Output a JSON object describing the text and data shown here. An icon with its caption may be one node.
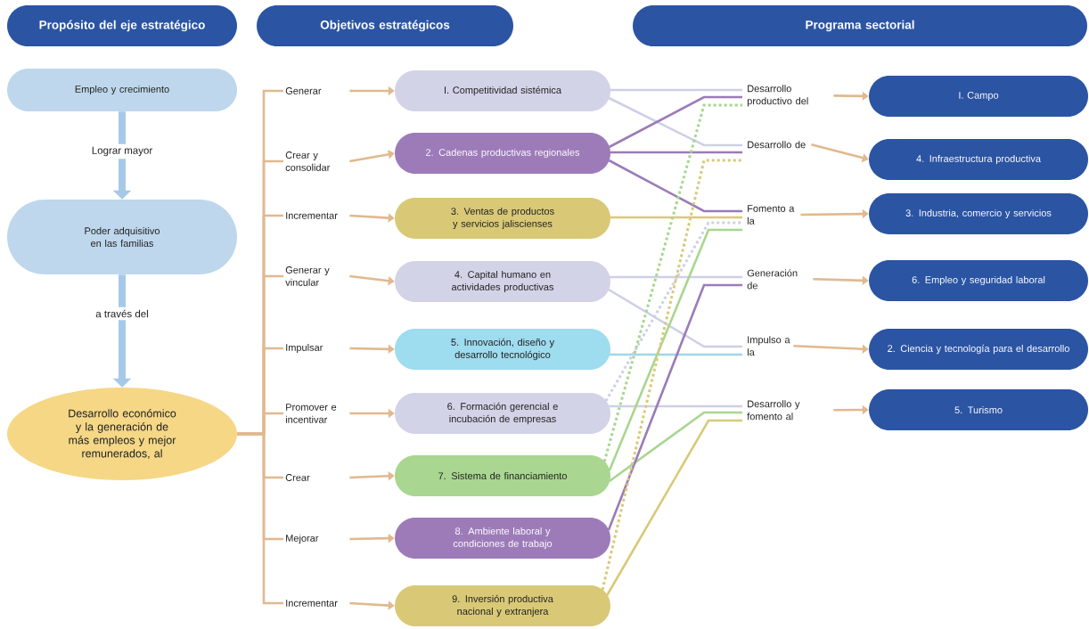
{
  "diagram": {
    "nodes": [
      {
        "text": [
          "Propósito del eje estratégico"
        ]
      },
      {
        "text": [
          "Objetivos estratégicos"
        ]
      },
      {
        "text": [
          "Programa  sectorial"
        ]
      },
      {
        "text": [
          "Empleo  y crecimiento"
        ]
      },
      {
        "text": [
          "Poder adquisitivo en las familias"
        ]
      },
      {
        "text": [
          "Desarrollo económico y la generación de más empleos y mejor remunerados, al"
        ]
      },
      {
        "text": [
          "Generar"
        ]
      },
      {
        "text": [
          "Crear y consolidar"
        ]
      },
      {
        "text": [
          "Incrementar"
        ]
      },
      {
        "text": [
          "Generar y vincular"
        ]
      },
      {
        "text": [
          "Impulsar"
        ]
      },
      {
        "text": [
          "Promover e incentivar"
        ]
      },
      {
        "text": [
          "Crear"
        ]
      },
      {
        "text": [
          "Mejorar"
        ]
      },
      {
        "text": [
          "Incrementar"
        ]
      },
      {
        "text": [
          "I. Competitividad sistémica"
        ]
      },
      {
        "text": [
          "2. Cadenas productivas regionales"
        ]
      },
      {
        "text": [
          "3. Ventas de productos y servicios jaliscienses"
        ]
      },
      {
        "text": [
          "4. Capital humano en actividades productivas"
        ]
      },
      {
        "text": [
          "5. Innovación, diseño y desarrollo tecnológico"
        ]
      },
      {
        "text": [
          "6. Formación gerencial e incubación de empresas"
        ]
      },
      {
        "text": [
          "7. Sistema de financiamiento"
        ]
      },
      {
        "text": [
          "8. Ambiente laboral  y condiciones de trabajo"
        ]
      },
      {
        "text": [
          "9. Inversión productiva nacional y extranjera"
        ]
      },
      {
        "text": [
          "Desarrollo productivo del"
        ]
      },
      {
        "text": [
          "Desarrollo de"
        ]
      },
      {
        "text": [
          "Fomento a la"
        ]
      },
      {
        "text": [
          "Generación de"
        ]
      },
      {
        "text": [
          "Impulso a la"
        ]
      },
      {
        "text": [
          "Desarrollo y fomento al"
        ]
      },
      {
        "text": [
          "I. Campo"
        ]
      },
      {
        "text": [
          "4. Infraestructura productiva"
        ]
      },
      {
        "text": [
          "3. Industria, comercio y servicios"
        ]
      },
      {
        "text": [
          "6. Empleo y seguridad laboral"
        ]
      },
      {
        "text": [
          "2. Ciencia y tecnología para el desarrollo"
        ]
      },
      {
        "text": [
          "5. Turismo"
        ]
      }
    ],
    "edges": [
      {
        "from": 3,
        "to": 4,
        "arrow": "to",
        "label": "Lograr mayor",
        "style": "thick",
        "color": "#a7c9e8"
      },
      {
        "from": 4,
        "to": 5,
        "arrow": "to",
        "label": "a través del",
        "style": "thick",
        "color": "#a7c9e8"
      },
      {
        "from": 5,
        "to": 6,
        "arrow": "none"
      },
      {
        "from": 5,
        "to": 7,
        "arrow": "none"
      },
      {
        "from": 5,
        "to": 8,
        "arrow": "none"
      },
      {
        "from": 5,
        "to": 9,
        "arrow": "none"
      },
      {
        "from": 5,
        "to": 10,
        "arrow": "none"
      },
      {
        "from": 5,
        "to": 11,
        "arrow": "none"
      },
      {
        "from": 5,
        "to": 12,
        "arrow": "none"
      },
      {
        "from": 5,
        "to": 13,
        "arrow": "none"
      },
      {
        "from": 5,
        "to": 14,
        "arrow": "none"
      },
      {
        "from": 6,
        "to": 15,
        "arrow": "to"
      },
      {
        "from": 7,
        "to": 16,
        "arrow": "to"
      },
      {
        "from": 8,
        "to": 17,
        "arrow": "to"
      },
      {
        "from": 9,
        "to": 18,
        "arrow": "to"
      },
      {
        "from": 10,
        "to": 19,
        "arrow": "to"
      },
      {
        "from": 11,
        "to": 20,
        "arrow": "to"
      },
      {
        "from": 12,
        "to": 21,
        "arrow": "to"
      },
      {
        "from": 13,
        "to": 22,
        "arrow": "to"
      },
      {
        "from": 14,
        "to": 23,
        "arrow": "to"
      },
      {
        "from": 15,
        "to": 24,
        "arrow": "none",
        "color": "#cdd0e6"
      },
      {
        "from": 15,
        "to": 25,
        "arrow": "none",
        "color": "#cdd0e6"
      },
      {
        "from": 16,
        "to": 24,
        "arrow": "none",
        "color": "#9b7bb8"
      },
      {
        "from": 16,
        "to": 25,
        "arrow": "none",
        "color": "#9b7bb8"
      },
      {
        "from": 16,
        "to": 26,
        "arrow": "none",
        "color": "#9b7bb8"
      },
      {
        "from": 17,
        "to": 26,
        "arrow": "none",
        "color": "#d9c977"
      },
      {
        "from": 18,
        "to": 27,
        "arrow": "none",
        "color": "#cdd0e6"
      },
      {
        "from": 18,
        "to": 28,
        "arrow": "none",
        "color": "#cdd0e6"
      },
      {
        "from": 19,
        "to": 28,
        "arrow": "none",
        "color": "#9bd8ea"
      },
      {
        "from": 20,
        "to": 29,
        "arrow": "none",
        "color": "#cdd0e6"
      },
      {
        "from": 20,
        "to": 26,
        "arrow": "none",
        "style": "dashed",
        "color": "#cdd0e6"
      },
      {
        "from": 21,
        "to": 24,
        "arrow": "none",
        "style": "dashed",
        "color": "#a8d68f"
      },
      {
        "from": 21,
        "to": 26,
        "arrow": "none",
        "color": "#a8d68f"
      },
      {
        "from": 21,
        "to": 29,
        "arrow": "none",
        "color": "#a8d68f"
      },
      {
        "from": 22,
        "to": 27,
        "arrow": "none",
        "color": "#9b7bb8"
      },
      {
        "from": 23,
        "to": 25,
        "arrow": "none",
        "style": "dashed",
        "color": "#d9c977"
      },
      {
        "from": 23,
        "to": 29,
        "arrow": "none",
        "color": "#d9c977"
      },
      {
        "from": 24,
        "to": 30,
        "arrow": "to"
      },
      {
        "from": 25,
        "to": 31,
        "arrow": "to"
      },
      {
        "from": 26,
        "to": 32,
        "arrow": "to"
      },
      {
        "from": 27,
        "to": 33,
        "arrow": "to"
      },
      {
        "from": 28,
        "to": 34,
        "arrow": "to"
      },
      {
        "from": 29,
        "to": 35,
        "arrow": "to"
      }
    ]
  }
}
